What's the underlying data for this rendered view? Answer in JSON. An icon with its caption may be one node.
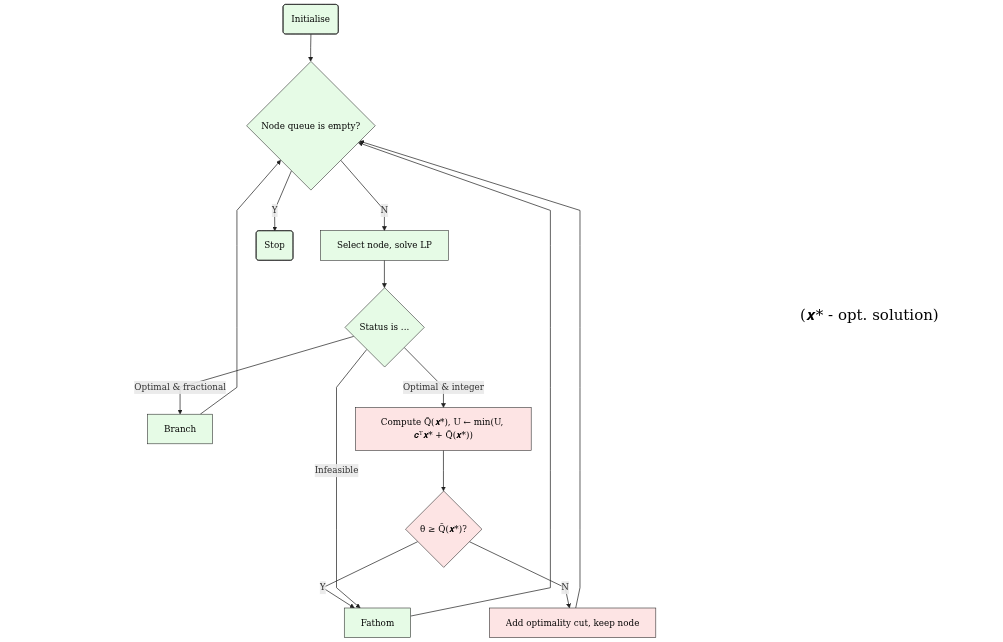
{
  "diagram": {
    "nodes": [
      {
        "text": [
          "Initialise"
        ]
      },
      {
        "text": [
          "Add optimality cut, keep node"
        ]
      },
      {
        "text": [
          "Fathom"
        ]
      },
      {
        "text": [
          "θ ≥ Q̃(𝒙*)?"
        ]
      },
      {
        "text": [
          "Branch"
        ]
      },
      {
        "text": [
          "Node queue is empty?"
        ]
      },
      {
        "text": [
          "Select node, solve LP"
        ]
      },
      {
        "text": [
          "Status is ..."
        ]
      },
      {
        "text": [
          "Stop"
        ]
      },
      {
        "text": [
          "Compute Q̃(𝒙*), U ← min(U, 𝒄ᵀ𝒙* + Q̃(𝒙*))"
        ]
      }
    ],
    "edges": [
      {
        "from": 0,
        "to": 5,
        "arrow": "to"
      },
      {
        "from": 1,
        "to": 5,
        "arrow": "to"
      },
      {
        "from": 2,
        "to": 5,
        "arrow": "to"
      },
      {
        "from": 4,
        "to": 5,
        "arrow": "to"
      },
      {
        "from": 3,
        "to": 1,
        "arrow": "to",
        "label": "N"
      },
      {
        "from": 3,
        "to": 2,
        "arrow": "to",
        "label": "Y"
      },
      {
        "from": 5,
        "to": 6,
        "arrow": "to",
        "label": "N"
      },
      {
        "from": 5,
        "to": 8,
        "arrow": "to",
        "label": "Y"
      },
      {
        "from": 6,
        "to": 7,
        "arrow": "to"
      },
      {
        "from": 7,
        "to": 4,
        "arrow": "to",
        "label": "Optimal & fractional"
      },
      {
        "from": 7,
        "to": 2,
        "arrow": "to",
        "label": "Infeasible"
      },
      {
        "from": 7,
        "to": 9,
        "arrow": "to",
        "label": "Optimal & integer"
      },
      {
        "from": 9,
        "to": 3,
        "arrow": "to"
      }
    ],
    "labels": [
      "(𝒙* - opt. solution)"
    ]
  }
}
